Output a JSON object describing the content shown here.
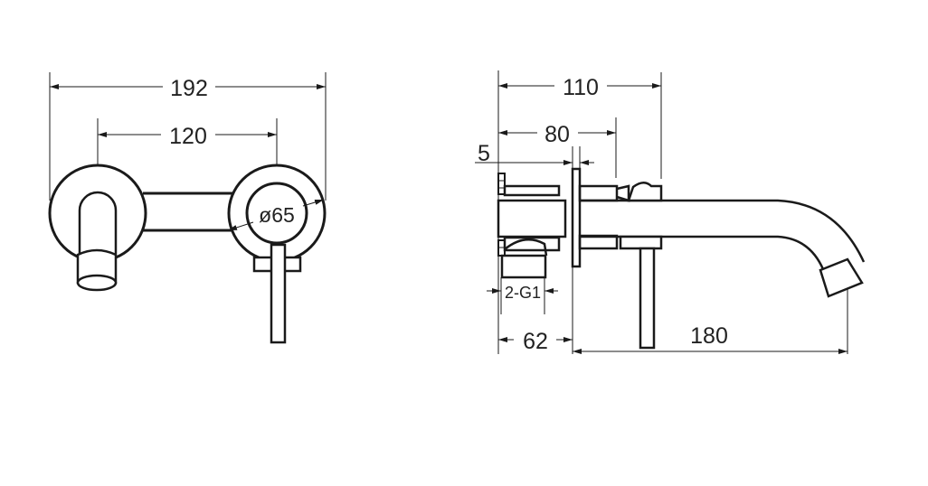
{
  "front_view": {
    "overall_width": "192",
    "center_distance": "120",
    "plate_diameter": "ø65"
  },
  "side_view": {
    "projection_total": "110",
    "projection_handle": "80",
    "plate_thickness": "5",
    "inlet_thread": "2-G1",
    "body_depth": "62",
    "spout_reach": "180"
  },
  "colors": {
    "line": "#1a1a1a",
    "background": "#ffffff"
  }
}
